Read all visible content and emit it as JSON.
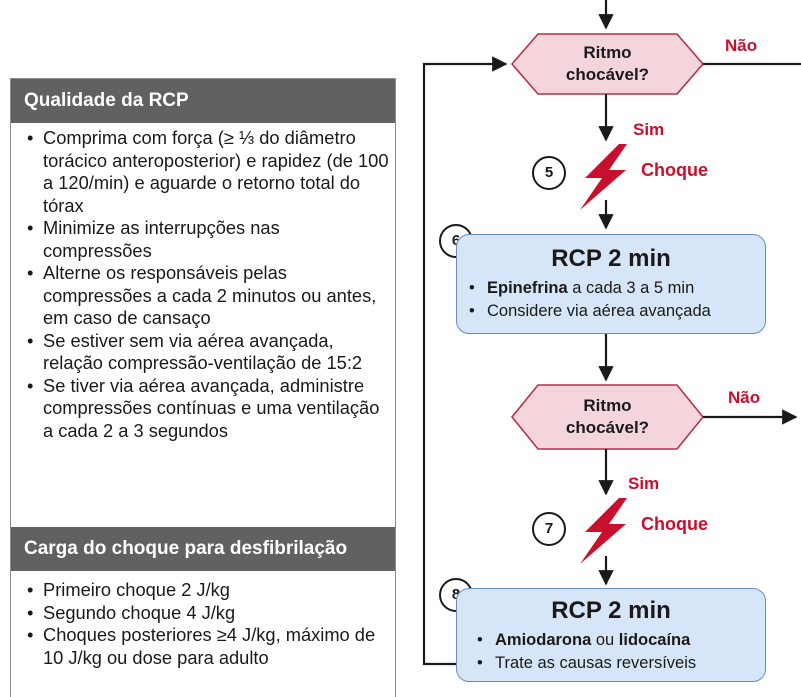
{
  "quality_panel": {
    "title": "Qualidade da RCP",
    "items": [
      "Comprima com força (≥ ⅓ do diâmetro torácico anteroposterior) e rapidez (de 100 a 120/min) e aguarde o retorno total do tórax",
      "Minimize as interrupções nas compressões",
      "Alterne os responsáveis pelas compressões a cada 2 minutos ou antes, em caso de cansaço",
      "Se estiver sem via aérea avançada, relação compressão-ventilação de 15:2",
      "Se tiver via aérea avançada, administre compressões contínuas e uma ventilação a cada 2 a 3 segundos"
    ]
  },
  "shock_panel": {
    "title": "Carga do choque para desfibrilação",
    "items": [
      "Primeiro choque 2 J/kg",
      "Segundo choque 4 J/kg",
      "Choques posteriores ≥4 J/kg, máximo de 10 J/kg ou dose para adulto"
    ]
  },
  "flow": {
    "decision1": {
      "line1": "Ritmo",
      "line2": "chocável?",
      "yes": "Sim",
      "no": "Não"
    },
    "step5": {
      "number": "5",
      "label": "Choque"
    },
    "step6": {
      "number": "6",
      "title": "RCP 2 min",
      "item1_bold": "Epinefrina",
      "item1_rest": " a cada 3 a 5 min",
      "item2": "Considere via aérea avançada"
    },
    "decision2": {
      "line1": "Ritmo",
      "line2": "chocável?",
      "yes": "Sim",
      "no": "Não"
    },
    "step7": {
      "number": "7",
      "label": "Choque"
    },
    "step8": {
      "number": "8",
      "title": "RCP 2 min",
      "item1_bold_a": "Amiodarona",
      "item1_mid": " ou ",
      "item1_bold_b": "lidocaína",
      "item2": "Trate as causas reversíveis"
    }
  },
  "colors": {
    "panel_header": "#616161",
    "decision_fill": "#f5d5dc",
    "decision_stroke": "#b5304d",
    "box_fill": "#d6e5f7",
    "box_stroke": "#6a8fbf",
    "accent_red": "#c8102e"
  }
}
